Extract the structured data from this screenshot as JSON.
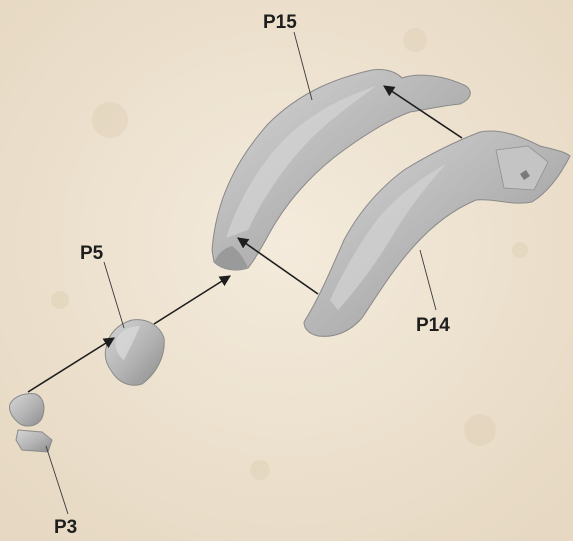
{
  "colors": {
    "background": "#efe4d2",
    "part_fill": "#b4b4b4",
    "part_shadow": "#8f8f8f",
    "part_highlight": "#dcdcdc",
    "arrow": "#1e1e1e",
    "label": "#1e1e1e"
  },
  "labels": {
    "p15": "P15",
    "p14": "P14",
    "p5": "P5",
    "p3": "P3"
  }
}
